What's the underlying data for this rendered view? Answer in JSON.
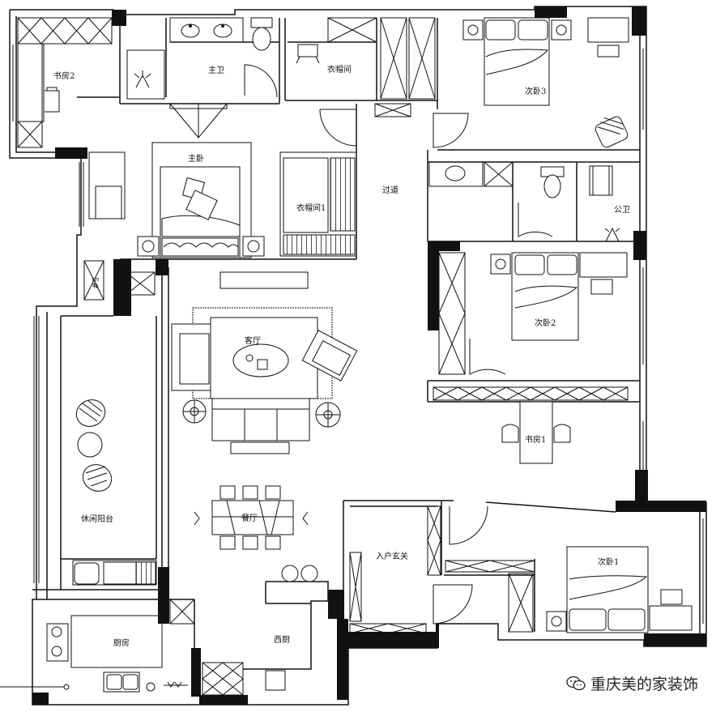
{
  "rooms": {
    "study2": "书房2",
    "master_bath": "主卫",
    "cloakroom": "衣帽间",
    "bedroom3": "次卧3",
    "master_bedroom": "主卧",
    "cloakroom1": "衣帽间1",
    "corridor": "过道",
    "public_bath": "公卫",
    "bedroom2": "次卧2",
    "living_room": "客厅",
    "study1": "书房1",
    "balcony": "休闲阳台",
    "dining": "餐厅",
    "entrance": "入户玄关",
    "bedroom1": "次卧1",
    "kitchen": "厨房",
    "western_kitchen": "西厨",
    "small_label": "5#"
  },
  "watermark": "重庆美的家装饰",
  "watermark_icon": "wechat-icon"
}
